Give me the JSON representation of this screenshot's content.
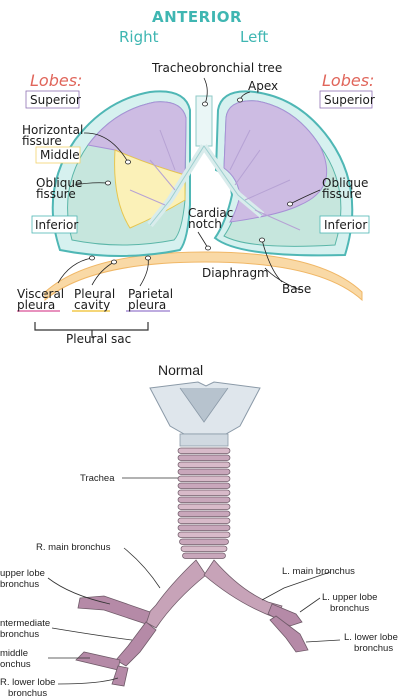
{
  "top": {
    "title": "ANTERIOR",
    "right": "Right",
    "left": "Left",
    "lobes_left": "Lobes:",
    "lobes_right": "Lobes:",
    "superior_left": "Superior",
    "superior_right": "Superior",
    "horizontal_fissure_1": "Horizontal",
    "horizontal_fissure_2": "fissure",
    "middle": "Middle",
    "oblique_left_1": "Oblique",
    "oblique_left_2": "fissure",
    "oblique_right_1": "Oblique",
    "oblique_right_2": "fissure",
    "inferior_left": "Inferior",
    "inferior_right": "Inferior",
    "tracheobronchial": "Tracheobronchial tree",
    "apex": "Apex",
    "cardiac_1": "Cardiac",
    "cardiac_2": "notch",
    "diaphragm": "Diaphragm",
    "base": "Base",
    "visceral_1": "Visceral",
    "visceral_2": "pleura",
    "pleural_cavity_1": "Pleural",
    "pleural_cavity_2": "cavity",
    "parietal_1": "Parietal",
    "parietal_2": "pleura",
    "pleural_sac": "Pleural sac"
  },
  "bottom": {
    "title": "Normal",
    "trachea": "Trachea",
    "r_main": "R. main bronchus",
    "l_main": "L. main bronchus",
    "r_upper_1": "upper lobe",
    "r_upper_2": "bronchus",
    "intermediate_1": "ntermediate",
    "intermediate_2": "bronchus",
    "r_middle_1": "middle",
    "r_middle_2": "onchus",
    "r_lower_1": "R. lower lobe",
    "r_lower_2": "bronchus",
    "l_upper_1": "L. upper lobe",
    "l_upper_2": "bronchus",
    "l_lower_1": "L. lower lobe",
    "l_lower_2": "bronchus"
  },
  "colors": {
    "title_teal": "#3fb6b2",
    "lobes_red": "#e0655a",
    "superior_purple": "#8f72b4",
    "middle_yellow": "#f2d36b",
    "inferior_teal": "#4fb7b5",
    "visceral_pink": "#e06fa8",
    "pleural_cavity_yellow": "#f2c94c",
    "parietal_purple": "#a890d6"
  }
}
